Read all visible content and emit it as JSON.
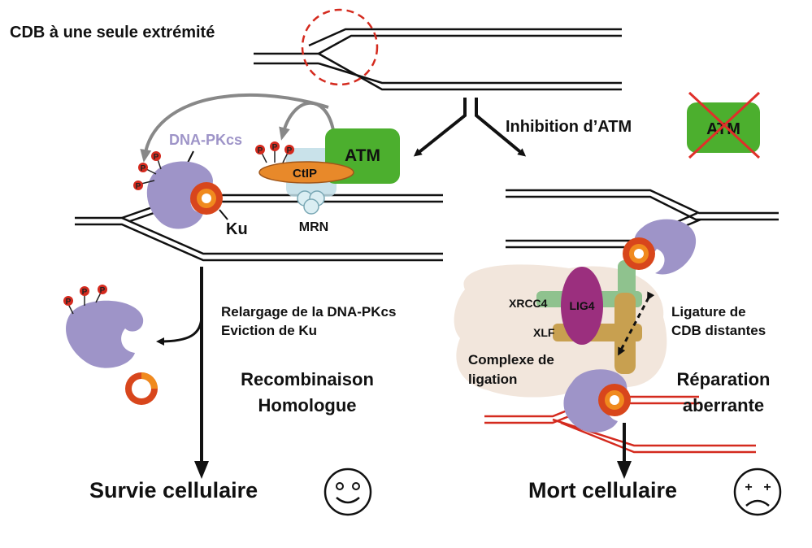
{
  "title": "CDB à une seule extrémité",
  "inhibition_label": "Inhibition d’ATM",
  "atm_inhibited_label": "ATM",
  "proteins": {
    "dna_pkcs": "DNA-PKcs",
    "atm": "ATM",
    "ctip": "CtIP",
    "ku": "Ku",
    "mrn": "MRN",
    "xrcc4": "XRCC4",
    "lig4": "LIG4",
    "xlf": "XLF",
    "phospho": "P"
  },
  "left_branch": {
    "release_line1": "Relargage de la DNA-PKcs",
    "release_line2": "Eviction de Ku",
    "pathway_line1": "Recombinaison",
    "pathway_line2": "Homologue",
    "outcome": "Survie cellulaire"
  },
  "right_branch": {
    "ligation_complex_line1": "Complexe de",
    "ligation_complex_line2": "ligation",
    "ligation_distant_line1": "Ligature de",
    "ligation_distant_line2": "CDB distantes",
    "repair_line1": "Réparation",
    "repair_line2": "aberrante",
    "outcome": "Mort cellulaire"
  },
  "colors": {
    "dna": "#111111",
    "dna_aberrant": "#d42a1e",
    "dna_pkcs": "#9e94c8",
    "ku_outer": "#d8461c",
    "ku_inner": "#f08a1e",
    "atm": "#4caf2e",
    "ctip": "#e8892a",
    "mrn": "#bfdde6",
    "xrcc4": "#8fc28e",
    "lig4": "#9b2f7e",
    "xlf": "#c8a050",
    "phospho": "#d42a1e",
    "complex_bg": "#f2e6dc",
    "arrow_gray": "#888888",
    "cross": "#e0302a"
  }
}
